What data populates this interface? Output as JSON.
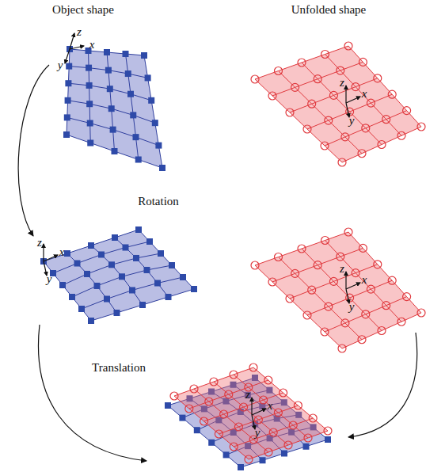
{
  "diagram": {
    "labels": [
      "Object shape",
      "Unfolded shape",
      "z",
      "x",
      "y",
      "z",
      "x",
      "y",
      "Rotation",
      "z",
      "x",
      "y",
      "z",
      "x",
      "y",
      "Translation",
      "z",
      "x",
      "y"
    ]
  }
}
